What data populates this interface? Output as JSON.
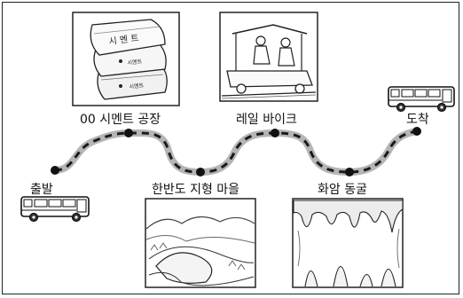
{
  "route": {
    "start": "출발",
    "stop_1": "00 시멘트 공장",
    "stop_2": "한반도 지형 마을",
    "stop_3": "레일 바이크",
    "stop_4": "화암 동굴",
    "end": "도착"
  },
  "sack_text": {
    "top": "시 멘 트",
    "middle": "시멘트",
    "bottom": "시멘트"
  },
  "colors": {
    "road": "#b5b5b5",
    "dash": "#1a1a1a",
    "bus_window": "#ffffff",
    "ink": "#111111"
  },
  "icons": [
    "bus-icon",
    "cement-sacks-illustration",
    "rail-bike-illustration",
    "terrain-village-illustration",
    "cave-illustration"
  ]
}
